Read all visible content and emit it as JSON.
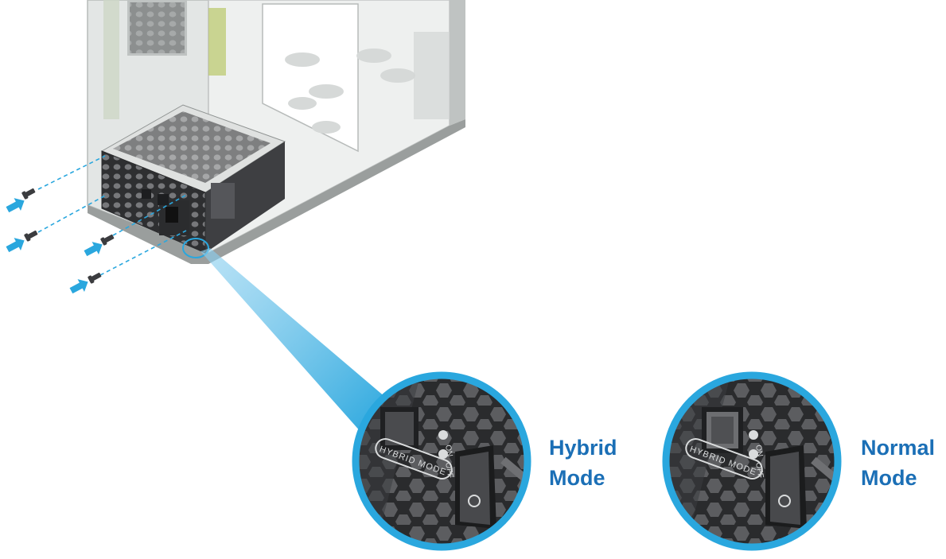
{
  "colors": {
    "accent_blue": "#2aa7de",
    "label_blue": "#1b6fb6",
    "psu_dark": "#3a3b3d",
    "case_gray": "#d9dcdb",
    "mesh_gray": "#5a5b5e"
  },
  "zoom_callouts": [
    {
      "switch_state": "on",
      "label_line1": "Hybrid",
      "label_line2": "Mode"
    },
    {
      "switch_state": "off",
      "label_line1": "Normal",
      "label_line2": "Mode"
    }
  ],
  "psu_panel_text": {
    "switch_caption": "HYBRID MODE",
    "on_label": "ON",
    "off_label": "OFF"
  },
  "icons": [
    "screw-icon",
    "arrow-icon",
    "power-rocker-switch-icon",
    "hybrid-mode-button-icon"
  ]
}
